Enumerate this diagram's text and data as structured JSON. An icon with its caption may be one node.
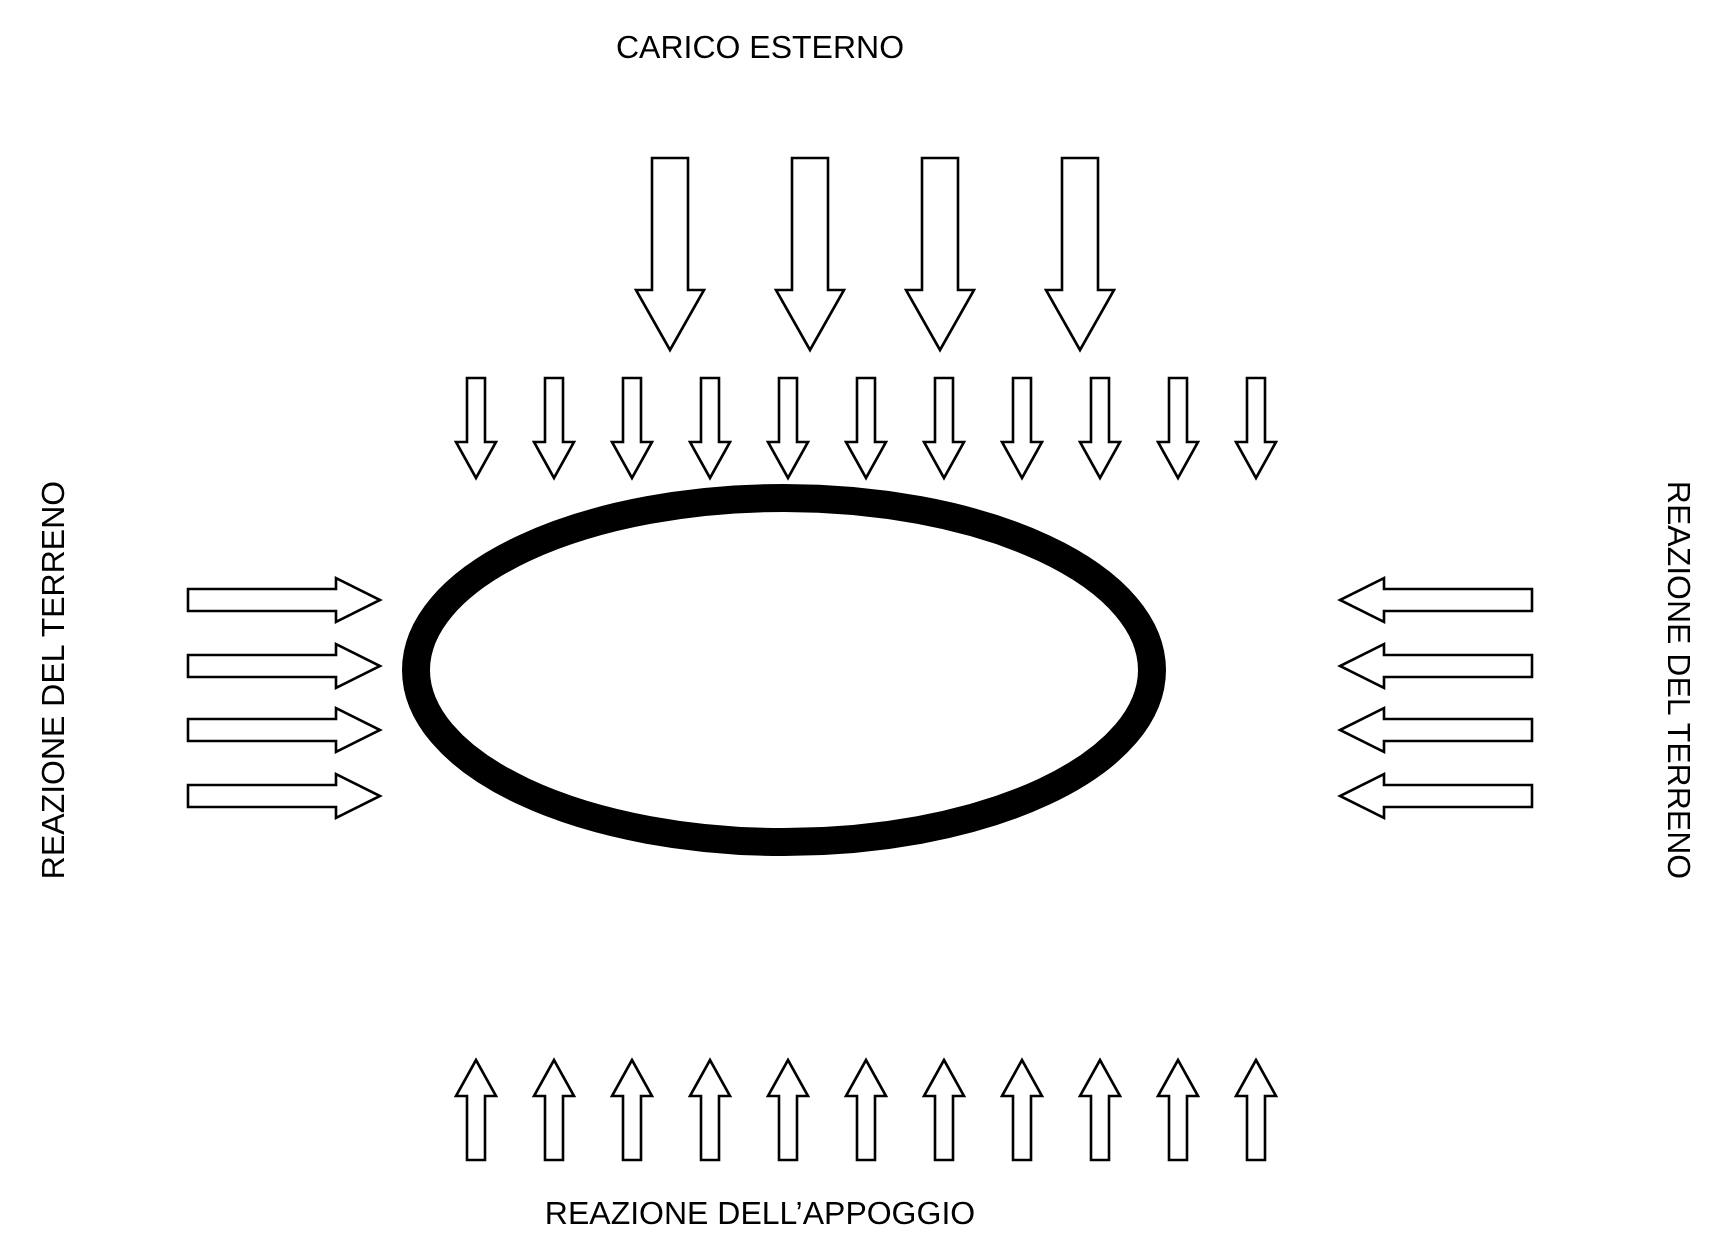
{
  "diagram": {
    "labels": [
      "CARICO ESTERNO",
      "REAZIONE DEL TERRENO",
      "REAZIONE DEL TERRENO",
      "REAZIONE DELL’APPOGGIO"
    ]
  }
}
